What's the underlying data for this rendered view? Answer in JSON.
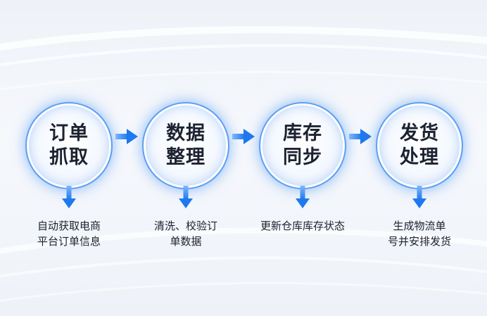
{
  "colors": {
    "accent": "#2f86f0",
    "ring": "#5ba0f4",
    "text": "#1c2230"
  },
  "steps": [
    {
      "title_line1": "订单",
      "title_line2": "抓取",
      "desc_line1": "自动获取电商",
      "desc_line2": "平台订单信息"
    },
    {
      "title_line1": "数据",
      "title_line2": "整理",
      "desc_line1": "清洗、校验订",
      "desc_line2": "单数据"
    },
    {
      "title_line1": "库存",
      "title_line2": "同步",
      "desc_line1": "更新仓库库存状态",
      "desc_line2": ""
    },
    {
      "title_line1": "发货",
      "title_line2": "处理",
      "desc_line1": "生成物流单",
      "desc_line2": "号并安排发货"
    }
  ]
}
